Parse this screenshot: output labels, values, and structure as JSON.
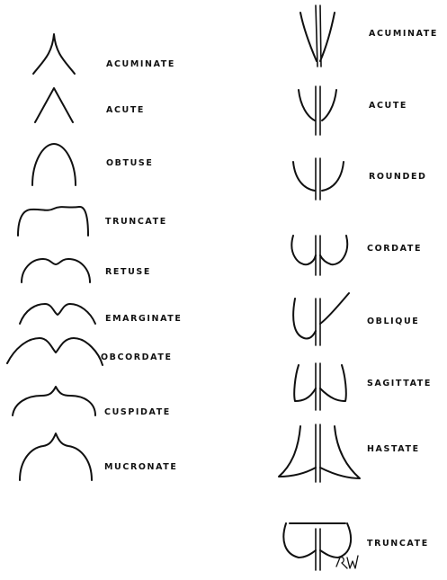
{
  "apex_shapes": [
    {
      "label": "ACUMINATE"
    },
    {
      "label": "ACUTE"
    },
    {
      "label": "OBTUSE"
    },
    {
      "label": "TRUNCATE"
    },
    {
      "label": "RETUSE"
    },
    {
      "label": "EMARGINATE"
    },
    {
      "label": "OBCORDATE"
    },
    {
      "label": "CUSPIDATE"
    },
    {
      "label": "MUCRONATE"
    }
  ],
  "base_shapes": [
    {
      "label": "ACUMINATE"
    },
    {
      "label": "ACUTE"
    },
    {
      "label": "ROUNDED"
    },
    {
      "label": "CORDATE"
    },
    {
      "label": "OBLIQUE"
    },
    {
      "label": "SAGITTATE"
    },
    {
      "label": "HASTATE"
    },
    {
      "label": "TRUNCATE"
    }
  ],
  "signature": "RW"
}
